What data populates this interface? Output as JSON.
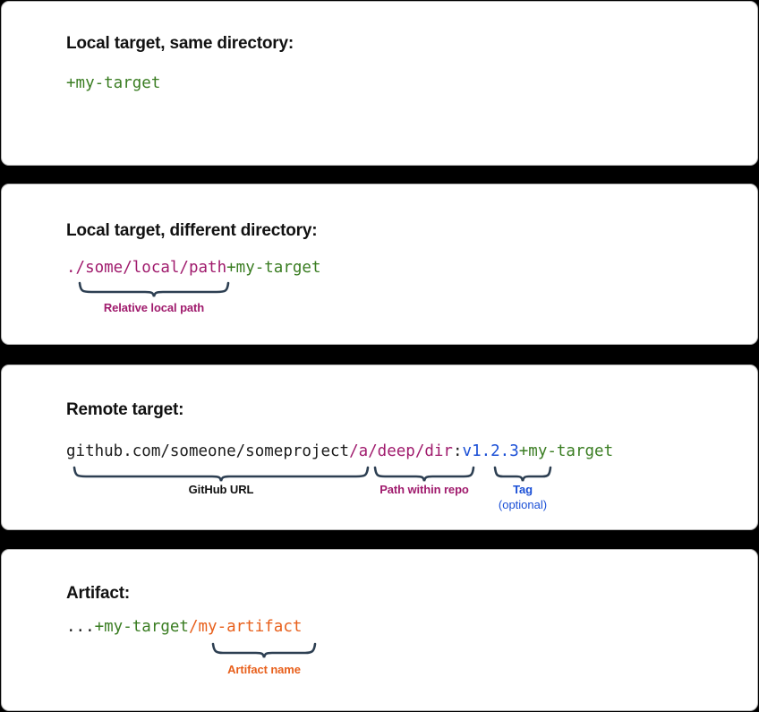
{
  "panels": [
    {
      "heading": "Local target, same directory:",
      "code": {
        "target": "+my-target"
      }
    },
    {
      "heading": "Local target, different directory:",
      "code": {
        "path": "./some/local/path",
        "target": "+my-target"
      },
      "annotations": {
        "path_label": "Relative local path"
      }
    },
    {
      "heading": "Remote target:",
      "code": {
        "url": "github.com/someone/someproject",
        "repo_path": "/a/deep/dir",
        "colon": ":",
        "tag": "v1.2.3",
        "target": "+my-target"
      },
      "annotations": {
        "url_label": "GitHub URL",
        "repo_path_label": "Path within repo",
        "tag_label": "Tag",
        "tag_sublabel": "(optional)"
      }
    },
    {
      "heading": "Artifact:",
      "code": {
        "ellipsis": "...",
        "target": "+my-target",
        "artifact": "/my-artifact"
      },
      "annotations": {
        "artifact_label": "Artifact name"
      }
    }
  ],
  "colors": {
    "target_green": "#3a7d22",
    "path_pink": "#a01b6d",
    "tag_blue": "#1a4fd6",
    "artifact_orange": "#e8601c",
    "brace_slate": "#2d3f52",
    "card_background": "#ffffff",
    "gap_background": "#000000"
  }
}
